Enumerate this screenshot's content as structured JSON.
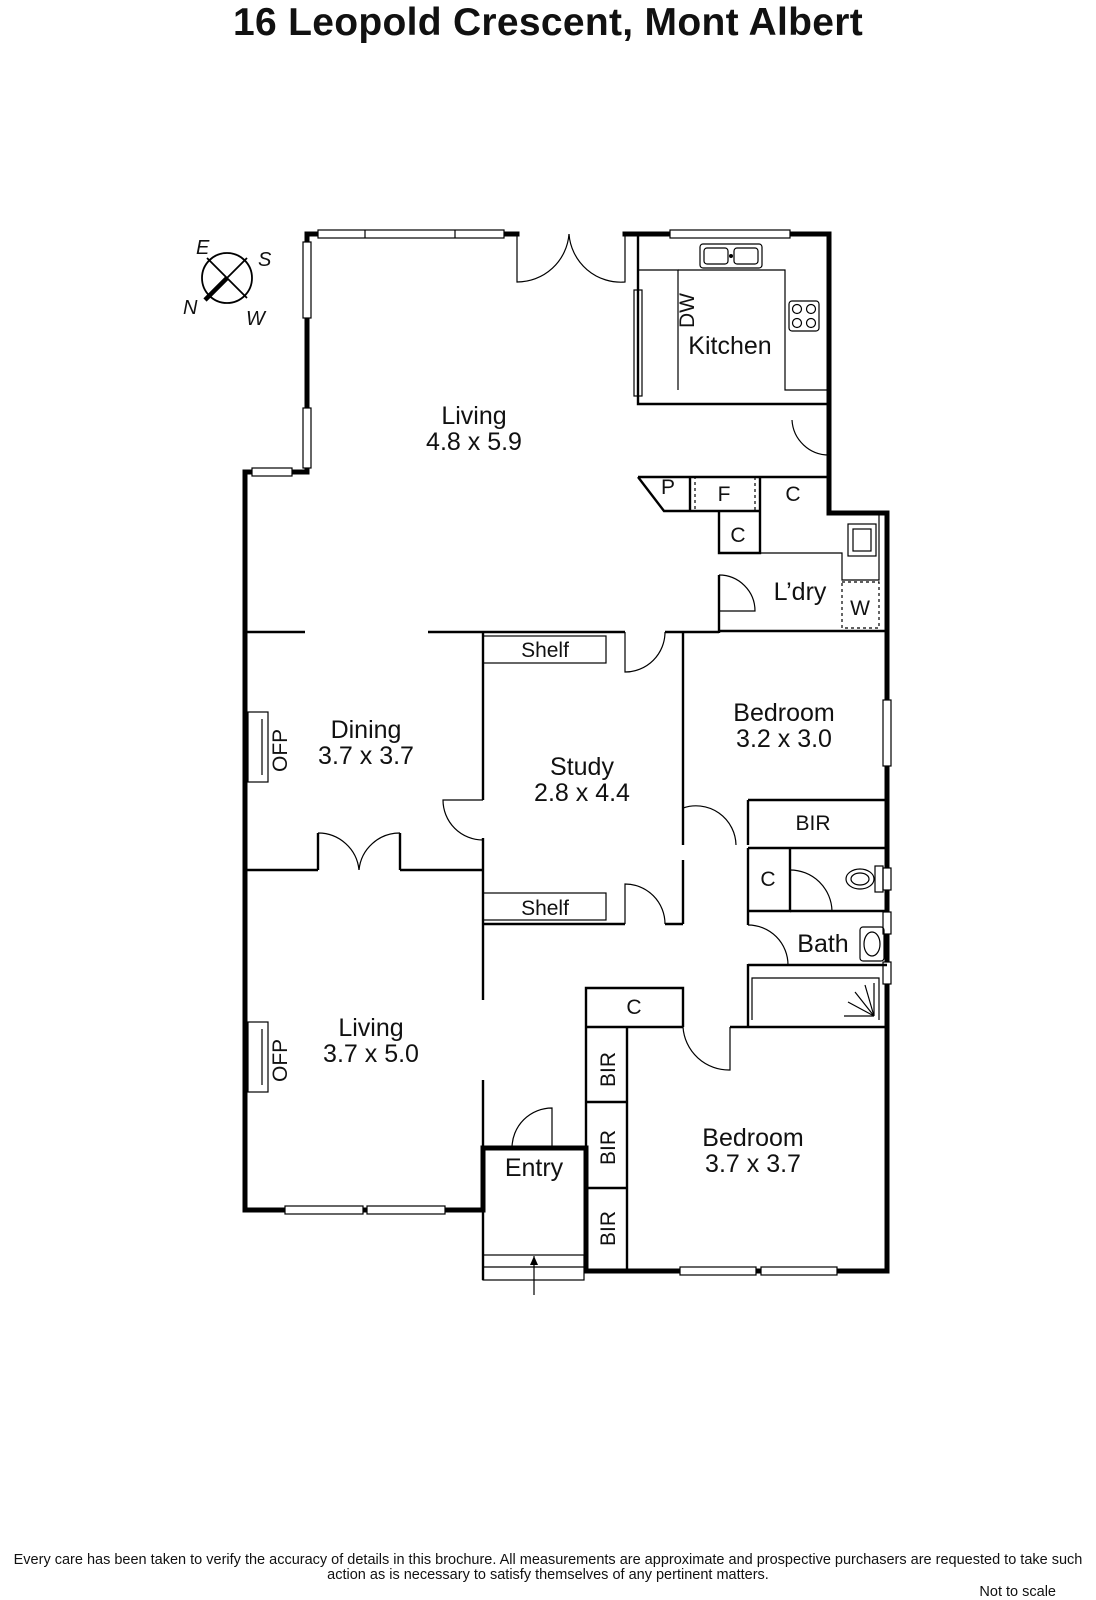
{
  "title": "16 Leopold Crescent, Mont Albert",
  "compass": {
    "n": "N",
    "e": "E",
    "s": "S",
    "w": "W"
  },
  "rooms": {
    "living_main": {
      "name": "Living",
      "size": "4.8 x 5.9"
    },
    "kitchen": {
      "name": "Kitchen"
    },
    "laundry": {
      "name": "L’dry"
    },
    "dining": {
      "name": "Dining",
      "size": "3.7 x 3.7"
    },
    "study": {
      "name": "Study",
      "size": "2.8 x 4.4"
    },
    "bedroom_1": {
      "name": "Bedroom",
      "size": "3.2 x 3.0"
    },
    "bath": {
      "name": "Bath"
    },
    "living_front": {
      "name": "Living",
      "size": "3.7 x 5.0"
    },
    "entry": {
      "name": "Entry"
    },
    "bedroom_2": {
      "name": "Bedroom",
      "size": "3.7 x 3.7"
    }
  },
  "labels": {
    "dw": "DW",
    "pantry": "P",
    "fridge": "F",
    "cupboard": "C",
    "washer": "W",
    "shelf": "Shelf",
    "bir": "BIR",
    "ofp": "OFP"
  },
  "disclaimer": "Every care has been taken to verify the accuracy of details in this brochure.  All measurements are approximate and prospective purchasers are requested to take such action as is necessary to satisfy themselves of any pertinent matters.",
  "scale_note": "Not to scale"
}
